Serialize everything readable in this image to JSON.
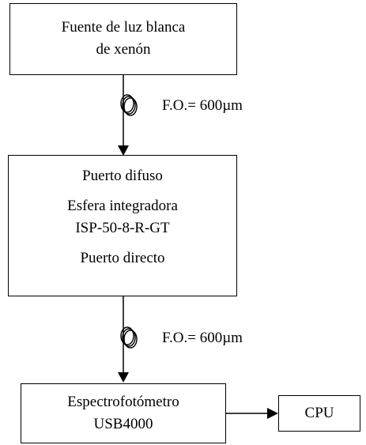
{
  "source_box": {
    "line1": "Fuente de luz blanca",
    "line2": "de xenón"
  },
  "fiber_1": {
    "label": "F.O.= 600µm"
  },
  "sphere_box": {
    "top_port": "Puerto difuso",
    "name_line1": "Esfera integradora",
    "name_line2": "ISP-50-8-R-GT",
    "bottom_port": "Puerto directo"
  },
  "fiber_2": {
    "label": "F.O.= 600µm"
  },
  "spectro_box": {
    "line1": "Espectrofotómetro",
    "line2": "USB4000"
  },
  "cpu_box": {
    "label": "CPU"
  },
  "icons": {
    "fiber_coil": "fiber-coil-icon",
    "arrow": "arrow-head"
  },
  "colors": {
    "stroke": "#000000",
    "background": "#ffffff"
  }
}
